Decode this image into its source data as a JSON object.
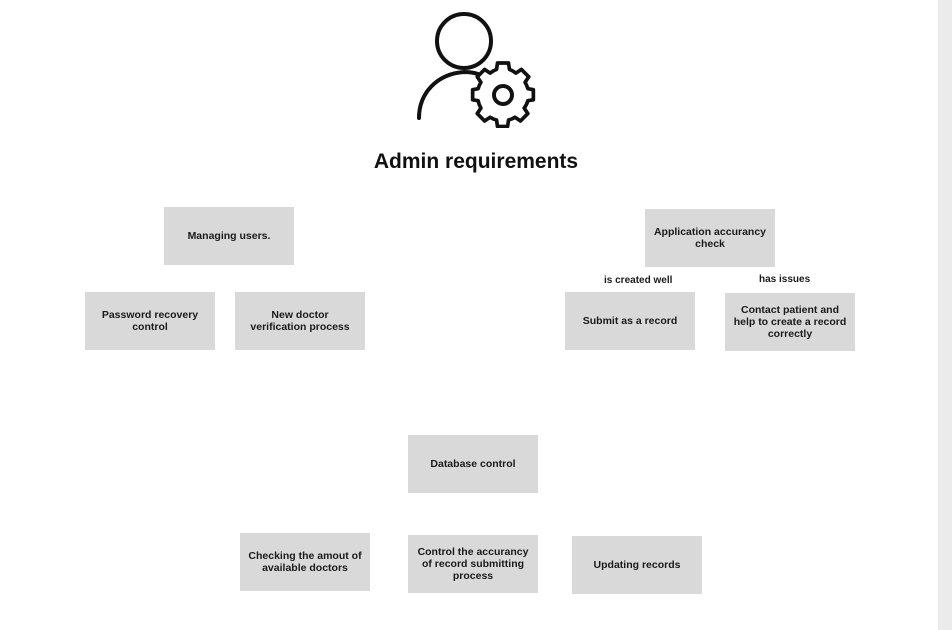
{
  "diagram": {
    "title": "Admin requirements",
    "icon": "user-gear-icon",
    "groups": [
      {
        "root": "Managing users.",
        "children": [
          "Password recovery control",
          "New doctor verification process"
        ]
      },
      {
        "root": "Application accurancy check",
        "branches": [
          {
            "condition": "is created well",
            "child": "Submit as a record"
          },
          {
            "condition": "has issues",
            "child": "Contact  patient and help to create a record correctly"
          }
        ]
      },
      {
        "root": "Database control",
        "children": [
          "Checking the amout of available doctors",
          "Control the accurancy of record submitting process",
          "Updating records"
        ]
      }
    ]
  },
  "colors": {
    "box_fill": "#d9d9d9",
    "text": "#111111",
    "scroll_strip": "#ebebeb"
  }
}
